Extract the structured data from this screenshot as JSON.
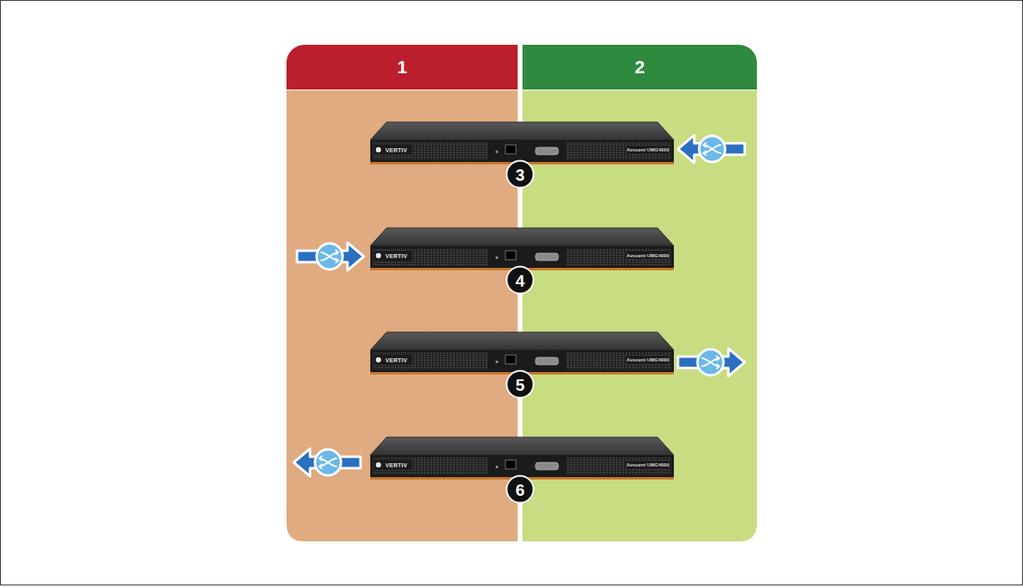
{
  "diagram": {
    "nodes": [
      {
        "text": [
          "1"
        ]
      },
      {
        "text": [
          "2"
        ]
      }
    ],
    "labels": [
      "3",
      "VERTIV",
      "Avocent UMG4000",
      "4",
      "VERTIV",
      "Avocent UMG4000",
      "5",
      "VERTIV",
      "Avocent UMG4000",
      "6",
      "VERTIV",
      "Avocent UMG4000"
    ]
  }
}
